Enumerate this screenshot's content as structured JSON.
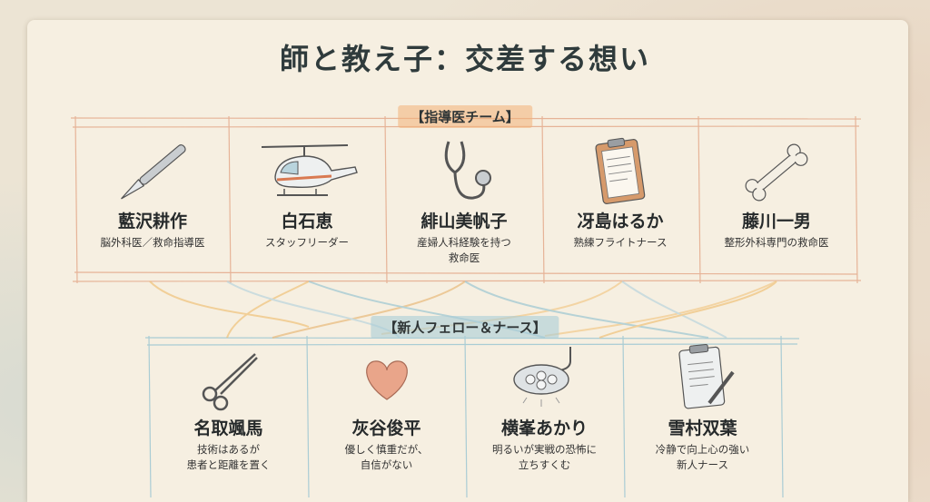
{
  "title": "師と教え子：交差する想い",
  "mentor_team": {
    "label": "【指導医チーム】",
    "members": [
      {
        "name": "藍沢耕作",
        "role": "脳外科医／救命指導医",
        "icon": "scalpel-icon"
      },
      {
        "name": "白石恵",
        "role": "スタッフリーダー",
        "icon": "helicopter-icon"
      },
      {
        "name": "緋山美帆子",
        "role": "産婦人科経験を持つ\n救命医",
        "icon": "stethoscope-icon"
      },
      {
        "name": "冴島はるか",
        "role": "熟練フライトナース",
        "icon": "clipboard-icon"
      },
      {
        "name": "藤川一男",
        "role": "整形外科専門の救命医",
        "icon": "bone-icon"
      }
    ]
  },
  "fellow_team": {
    "label": "【新人フェロー＆ナース】",
    "members": [
      {
        "name": "名取颯馬",
        "role": "技術はあるが\n患者と距離を置く",
        "icon": "forceps-icon"
      },
      {
        "name": "灰谷俊平",
        "role": "優しく慎重だが、\n自信がない",
        "icon": "heart-icon"
      },
      {
        "name": "横峯あかり",
        "role": "明るいが実戦の恐怖に\n立ちすくむ",
        "icon": "surgical-lamp-icon"
      },
      {
        "name": "雪村双葉",
        "role": "冷静で向上心の強い\n新人ナース",
        "icon": "clipboard-pen-icon"
      }
    ]
  },
  "colors": {
    "mentor_accent": "#f2b078",
    "fellow_accent": "#aacdd7",
    "title": "#2f3b3c"
  }
}
